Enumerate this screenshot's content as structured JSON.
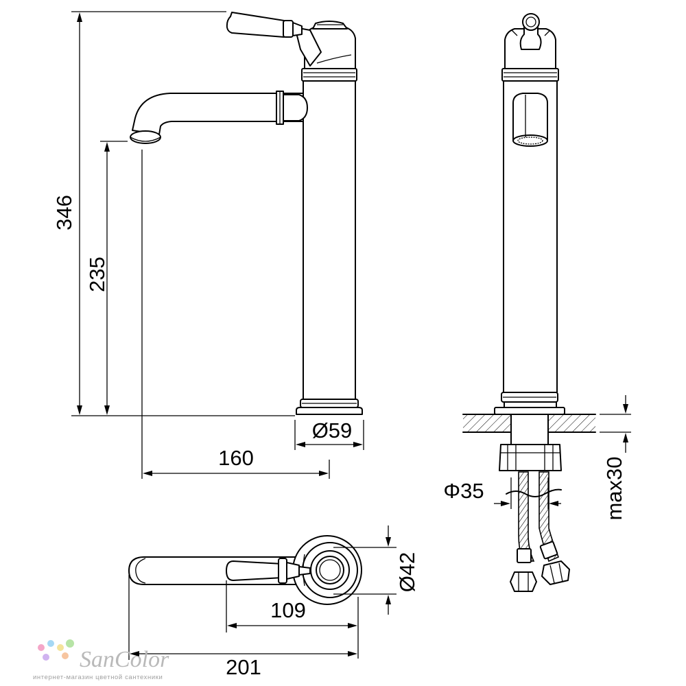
{
  "dimensions": {
    "total_height": "346",
    "spout_height": "235",
    "base_diameter": "Ø59",
    "spout_reach": "160",
    "mount_diameter": "Φ35",
    "max_thickness": "max30",
    "top_diameter": "Ø42",
    "handle_offset": "109",
    "total_length": "201"
  },
  "logo": {
    "name": "SanColor",
    "tagline": "интернет-магазин цветной сантехники",
    "dot_colors": [
      "#f4a6c8",
      "#a6d8f4",
      "#f4e39a",
      "#b7e4a6",
      "#d0b3f0",
      "#f7c59f"
    ]
  }
}
